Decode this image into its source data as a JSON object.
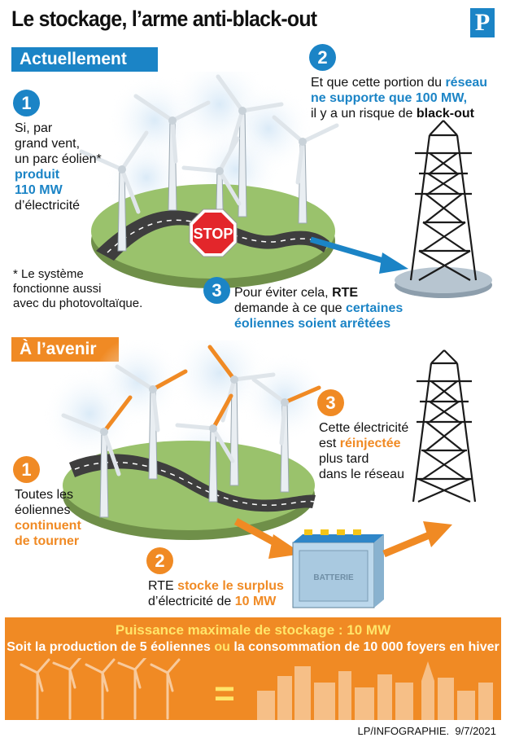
{
  "title": "Le stockage, l’arme anti-black-out",
  "logo": "P",
  "colors": {
    "blue": "#1b84c6",
    "orange": "#f08a24",
    "grass": "#9ac26c",
    "road": "#3e3e3e"
  },
  "section1": {
    "label": "Actuellement",
    "step1": {
      "num": "1",
      "l1": "Si, par",
      "l2": "grand vent,",
      "l3": "un parc éolien*",
      "l4": "produit",
      "l5": "110 MW",
      "l6": "d’électricité"
    },
    "note": {
      "l1": "* Le système",
      "l2": "fonctionne aussi",
      "l3": "avec du photovoltaïque."
    },
    "step2": {
      "num": "2",
      "l1": "Et que cette portion du",
      "l1b": "réseau",
      "l2": "ne supporte que 100 MW,",
      "l3": "il y a un risque de",
      "l3b": "black-out"
    },
    "step3": {
      "num": "3",
      "l1": "Pour éviter cela,",
      "l1b": "RTE",
      "l2": "demande à ce que",
      "l2b": "certaines",
      "l3": "éoliennes soient arrêtées"
    },
    "stop": "STOP"
  },
  "section2": {
    "label": "À l’avenir",
    "step1": {
      "num": "1",
      "l1": "Toutes les",
      "l2": "éoliennes",
      "l3": "continuent",
      "l4": "de tourner"
    },
    "step2": {
      "num": "2",
      "l1": "RTE",
      "l1b": "stocke le surplus",
      "l2": "d’électricité de",
      "l2b": "10 MW"
    },
    "step3": {
      "num": "3",
      "l1": "Cette électricité",
      "l2": "est",
      "l2b": "réinjectée",
      "l3": "plus tard",
      "l4": "dans le réseau"
    },
    "battery": "BATTERIE"
  },
  "footer_box": {
    "line1": "Puissance maximale de stockage : 10 MW",
    "line2a": "Soit la production de 5 éoliennes",
    "line2b": "ou",
    "line2c": "la consommation de 10 000 foyers en hiver",
    "equals": "="
  },
  "credit": "LP/INFOGRAPHIE.  9/7/2021"
}
